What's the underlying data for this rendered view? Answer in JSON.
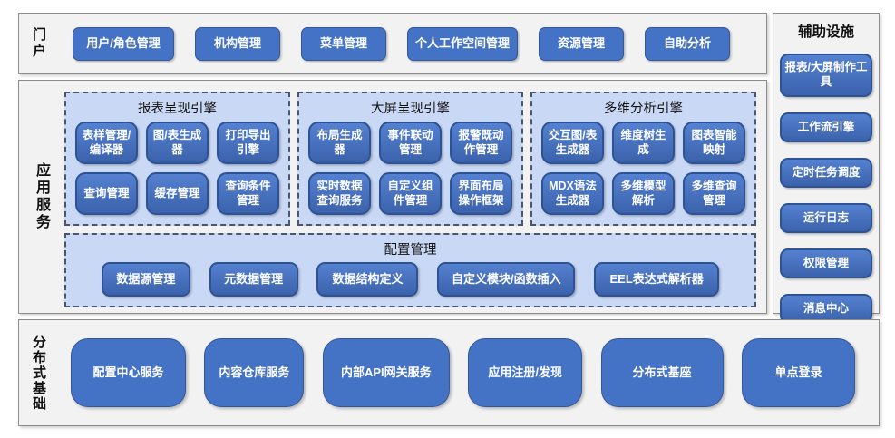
{
  "portal": {
    "label": "门户",
    "buttons": [
      "用户/角色管理",
      "机构管理",
      "菜单管理",
      "个人工作空间管理",
      "资源管理",
      "自助分析"
    ]
  },
  "app_services": {
    "label": "应用服务",
    "engines": [
      {
        "title": "报表呈现引擎",
        "buttons": [
          "表样管理/编译器",
          "图/表生成器",
          "打印导出引擎",
          "查询管理",
          "缓存管理",
          "查询条件管理"
        ]
      },
      {
        "title": "大屏呈现引擎",
        "buttons": [
          "布局生成器",
          "事件联动管理",
          "报警既动作管理",
          "实时数据查询服务",
          "自定义组件管理",
          "界面布局操作框架"
        ]
      },
      {
        "title": "多维分析引擎",
        "buttons": [
          "交互图/表生成器",
          "维度树生成",
          "图表智能映射",
          "MDX语法生成器",
          "多维模型解析",
          "多维查询管理"
        ]
      }
    ],
    "config": {
      "title": "配置管理",
      "buttons": [
        "数据源管理",
        "元数据管理",
        "数据结构定义",
        "自定义模块/函数插入",
        "EEL表达式解析器"
      ]
    }
  },
  "auxiliary": {
    "title": "辅助设施",
    "buttons": [
      "报表/大屏制作工具",
      "工作流引擎",
      "定时任务调度",
      "运行日志",
      "权限管理",
      "消息中心"
    ]
  },
  "foundation": {
    "label": "分布式基础",
    "buttons": [
      "配置中心服务",
      "内容仓库服务",
      "内部API网关服务",
      "应用注册/发现",
      "分布式基座",
      "单点登录"
    ]
  },
  "colors": {
    "node_blue": "#4472c4",
    "node_border": "#2e5395",
    "panel_blue": "#c9d8f5",
    "section_fill": "#f2f2f2",
    "section_border": "#8c8c8c"
  }
}
